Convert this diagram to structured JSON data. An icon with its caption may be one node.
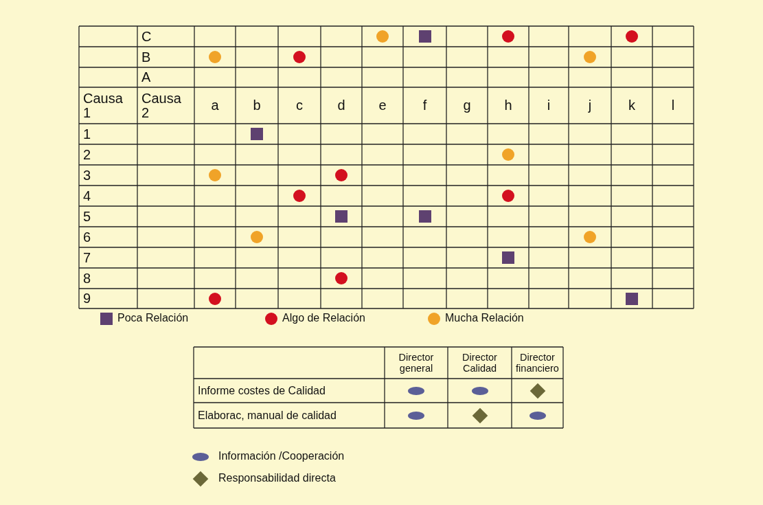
{
  "diagram": {
    "labels": [
      "C",
      "B",
      "A",
      "Causa 1",
      "Causa 2",
      "a",
      "b",
      "c",
      "d",
      "e",
      "f",
      "g",
      "h",
      "i",
      "j",
      "k",
      "l",
      "1",
      "2",
      "3",
      "4",
      "5",
      "6",
      "7",
      "8",
      "9",
      "Director general",
      "Director Calidad",
      "Director financiero",
      "Informe costes de Calidad",
      "Elaborac, manual de calidad"
    ],
    "legend": [
      {
        "text": "Poca Relación",
        "color": "#5e4170"
      },
      {
        "text": "Algo de Relación",
        "color": "#d3101f"
      },
      {
        "text": "Mucha Relación",
        "color": "#f0a328"
      },
      {
        "text": "Información /Cooperación",
        "color": "#5b5f97"
      },
      {
        "text": "Responsabilidad directa",
        "color": "#6b6838"
      }
    ]
  }
}
